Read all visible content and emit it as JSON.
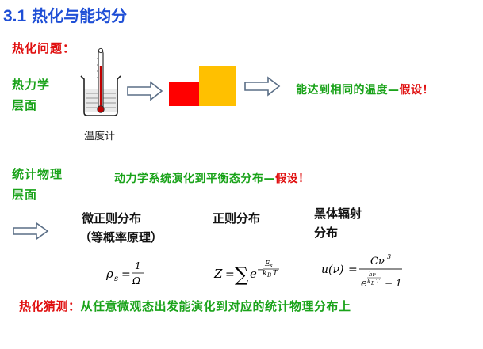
{
  "title": {
    "number": "3.1",
    "text": "热化与能均分"
  },
  "question_label": "热化问题：",
  "thermo_level": {
    "line1": "热力学",
    "line2": "层面"
  },
  "thermometer_label": "温度计",
  "conclusion_thermo": "能达到相同的温度—假设！",
  "stat_level": {
    "line1": "统计物理",
    "line2": "层面"
  },
  "dynamics_statement": "动力学系统演化到平衡态分布—假设！",
  "distributions": {
    "microcanonical": {
      "line1": "微正则分布",
      "line2": "（等概率原理）"
    },
    "canonical": {
      "line1": "正则分布"
    },
    "blackbody": {
      "line1": "黑体辐射",
      "line2": "分布"
    }
  },
  "formulas": {
    "micro": {
      "lhs": "ρ",
      "lhs_sub": "s",
      "eq": "=",
      "num": "1",
      "den": "Ω"
    },
    "canon": {
      "lhs": "Z",
      "eq": "=",
      "sum": "∑",
      "base": "e",
      "exp_sign": "−",
      "exp_num": "E",
      "exp_num_sub": "s",
      "exp_den": "k",
      "exp_den_sub": "B",
      "exp_den_T": "T"
    },
    "blackbody": {
      "lhs": "u(ν)",
      "eq": "=",
      "num": "Cν",
      "num_sup": "3",
      "den_base": "e",
      "den_exp_num": "hν",
      "den_exp_den": "k",
      "den_exp_den_sub": "B",
      "den_exp_den_T": "T",
      "den_tail": "− 1"
    }
  },
  "thermalization_guess": "热化猜测：从任意微观态出发能演化到对应的统计物理分布上",
  "colors": {
    "title": "#1f4fd6",
    "red": "#e01010",
    "green": "#1aa31a",
    "red_square": "#ff0000",
    "yellow_square": "#ffc000"
  },
  "icons": [
    "beaker-thermometer-icon",
    "arrow-right-icon"
  ]
}
